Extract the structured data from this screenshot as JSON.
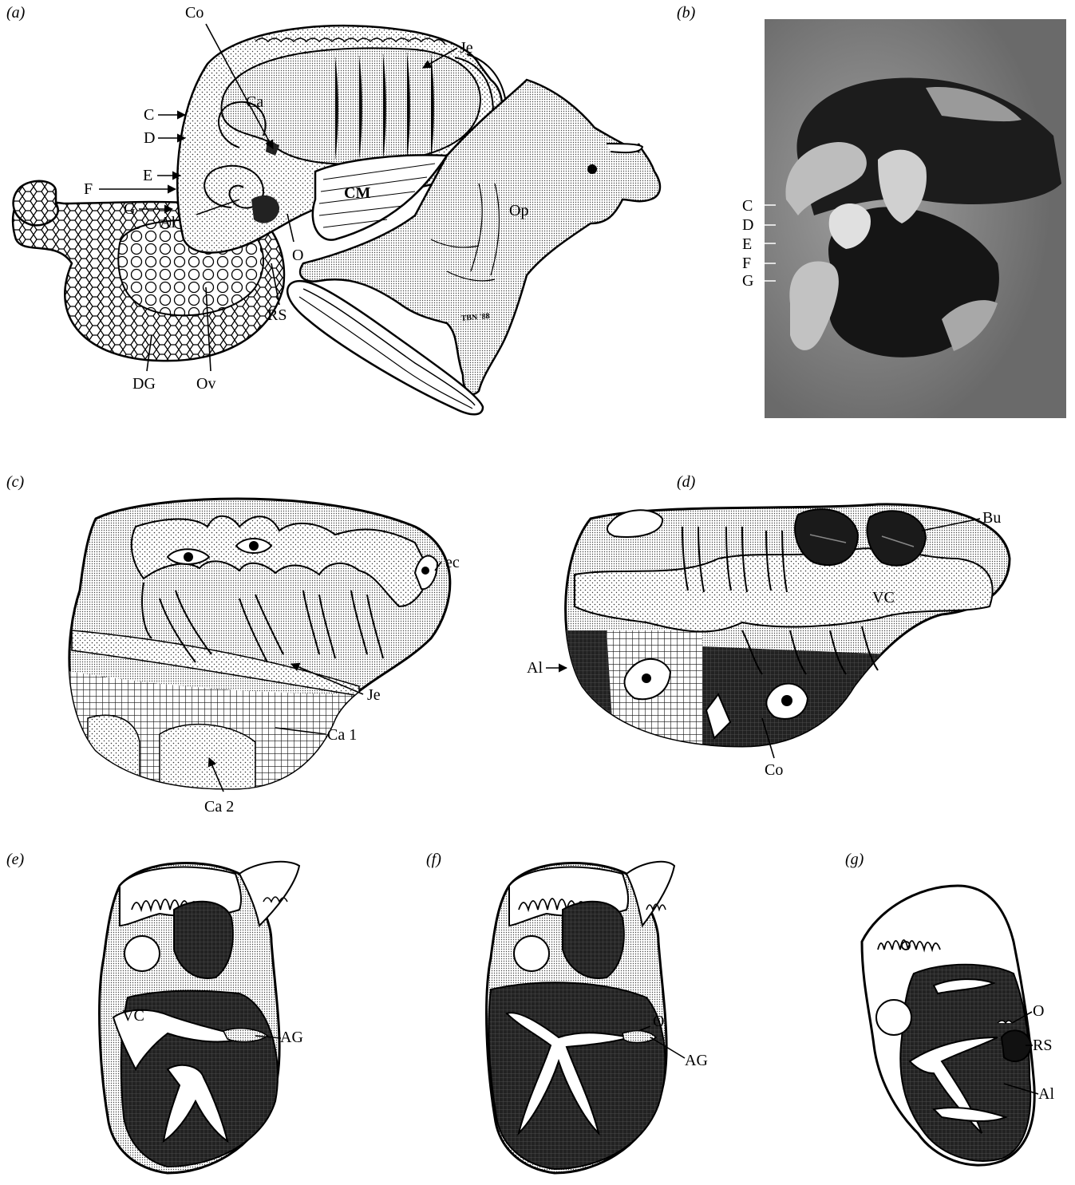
{
  "panels": {
    "a": {
      "label": "(a)",
      "labels": {
        "Co": "Co",
        "Je": "Je",
        "Ca": "Ca",
        "C": "C",
        "D": "D",
        "E": "E",
        "F": "F",
        "G": "G",
        "CM": "CM",
        "Op": "Op",
        "Al": "Al",
        "O": "O",
        "RS": "RS",
        "DG": "DG",
        "Ov": "Ov"
      },
      "signature": "TBN '88"
    },
    "b": {
      "label": "(b)",
      "labels": {
        "C": "C",
        "D": "D",
        "E": "E",
        "F": "F",
        "G": "G"
      }
    },
    "c": {
      "label": "(c)",
      "labels": {
        "ec": "ec",
        "Je": "Je",
        "Ca1": "Ca 1",
        "Ca2": "Ca 2"
      }
    },
    "d": {
      "label": "(d)",
      "labels": {
        "Bu": "Bu",
        "VC": "VC",
        "Al": "Al",
        "Co": "Co"
      }
    },
    "e": {
      "label": "(e)",
      "labels": {
        "VC": "VC",
        "AG": "AG"
      }
    },
    "f": {
      "label": "(f)",
      "labels": {
        "O": "O",
        "AG": "AG"
      }
    },
    "g": {
      "label": "(g)",
      "labels": {
        "O": "O",
        "RS": "RS",
        "Al": "Al"
      }
    }
  },
  "colors": {
    "ink": "#000000",
    "stipple": "#e7e7e7",
    "dark": "#1a1a1a",
    "photo_bg": "#7a7a7a"
  }
}
